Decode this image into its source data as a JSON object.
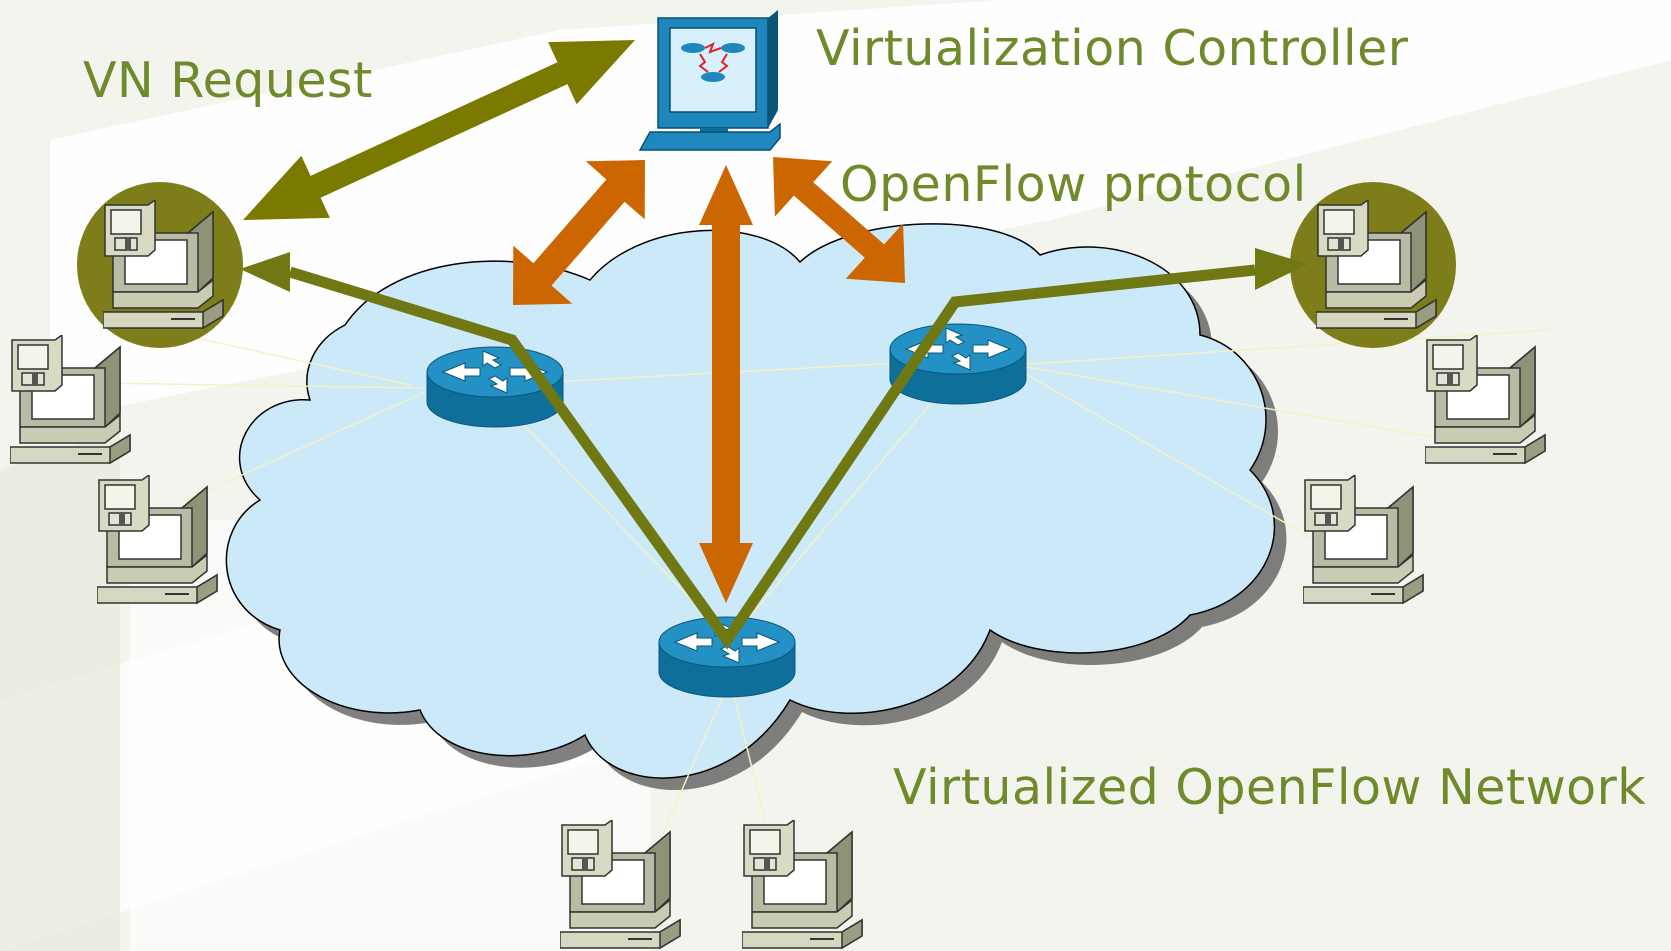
{
  "labels": {
    "controller": "Virtualization Controller",
    "vn_request": "VN Request",
    "openflow": "OpenFlow protocol",
    "network": "Virtualized OpenFlow Network"
  },
  "colors": {
    "label_text": "#6e8a2a",
    "vn_request_arrow": "#7a7a00",
    "virtual_path": "#6f7813",
    "openflow_arrow": "#cc6600",
    "cloud_fill": "#cbe9f8",
    "switch_blue": "#1a85b5",
    "host_highlight": "#7d7d1a",
    "background": "#f3f4ee"
  },
  "icons": {
    "controller": "workstation-icon",
    "switch": "openflow-switch-icon",
    "host": "host-pc-icon"
  }
}
